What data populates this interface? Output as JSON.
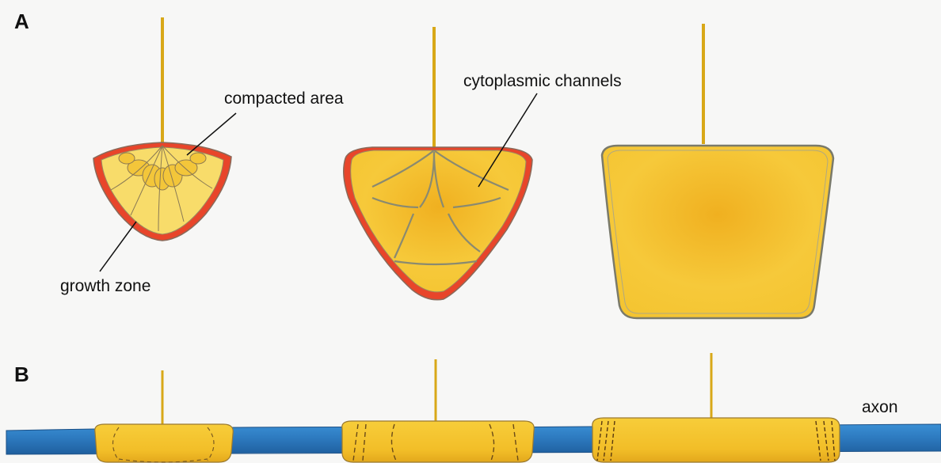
{
  "panels": {
    "a_letter": "A",
    "b_letter": "B"
  },
  "labels": {
    "compacted_area": "compacted area",
    "cytoplasmic_channels": "cytoplasmic channels",
    "growth_zone": "growth zone",
    "axon": "axon"
  },
  "colors": {
    "background": "#f7f7f6",
    "cytoplasm_yellow": "#f4c430",
    "cytoplasm_light": "#f8dc6a",
    "growth_zone_red": "#e8452a",
    "axon_blue": "#2f7fc4",
    "outline": "#7a7a6a",
    "leader_line": "#111111"
  }
}
